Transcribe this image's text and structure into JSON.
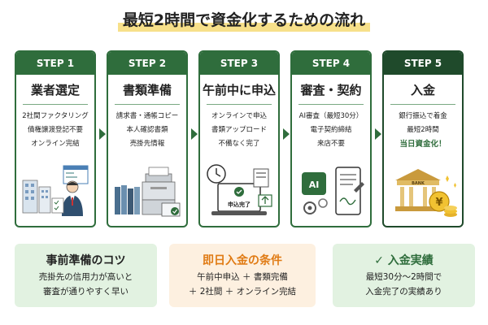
{
  "title": "最短2時間で資金化するための流れ",
  "steps": [
    {
      "label": "STEP 1",
      "name": "業者選定",
      "lines": [
        "2社間ファクタリング",
        "債権譲渡登記不要",
        "オンライン完結"
      ],
      "icon": "business-consultant-icon"
    },
    {
      "label": "STEP 2",
      "name": "書類準備",
      "lines": [
        "請求書・通帳コピー",
        "本人確認書類",
        "売掛先情報"
      ],
      "icon": "documents-printer-icon"
    },
    {
      "label": "STEP 3",
      "name": "午前中に申込",
      "lines": [
        "オンラインで申込",
        "書類アップロード",
        "不備なく完了"
      ],
      "icon": "online-application-laptop-icon",
      "laptop_text": "申込完了"
    },
    {
      "label": "STEP 4",
      "name": "審査・契約",
      "lines": [
        "AI審査（最短30分）",
        "電子契約締結",
        "来店不要"
      ],
      "icon": "ai-review-contract-icon",
      "ai_text": "AI"
    },
    {
      "label": "STEP 5",
      "name": "入金",
      "lines": [
        "銀行振込で着金",
        "最短2時間",
        "当日資金化！"
      ],
      "icon": "bank-yen-icon",
      "bank_text": "BANK"
    }
  ],
  "tips": [
    {
      "title": "事前準備のコツ",
      "lines": [
        "売掛先の信用力が高いと",
        "審査が通りやすく早い"
      ]
    },
    {
      "title": "即日入金の条件",
      "lines": [
        "午前中申込 ＋ 書類完備",
        "＋ 2社間 ＋ オンライン完結"
      ]
    },
    {
      "title": "✓ 入金実績",
      "lines": [
        "最短30分〜2時間で",
        "入金完了の実績あり"
      ]
    }
  ],
  "colors": {
    "primary": "#2f6d3c",
    "dark": "#1f4a2b",
    "highlight": "#f7e08a",
    "orange": "#e07b14",
    "light_green": "#e2f2e1",
    "light_orange": "#fdf0e0"
  }
}
